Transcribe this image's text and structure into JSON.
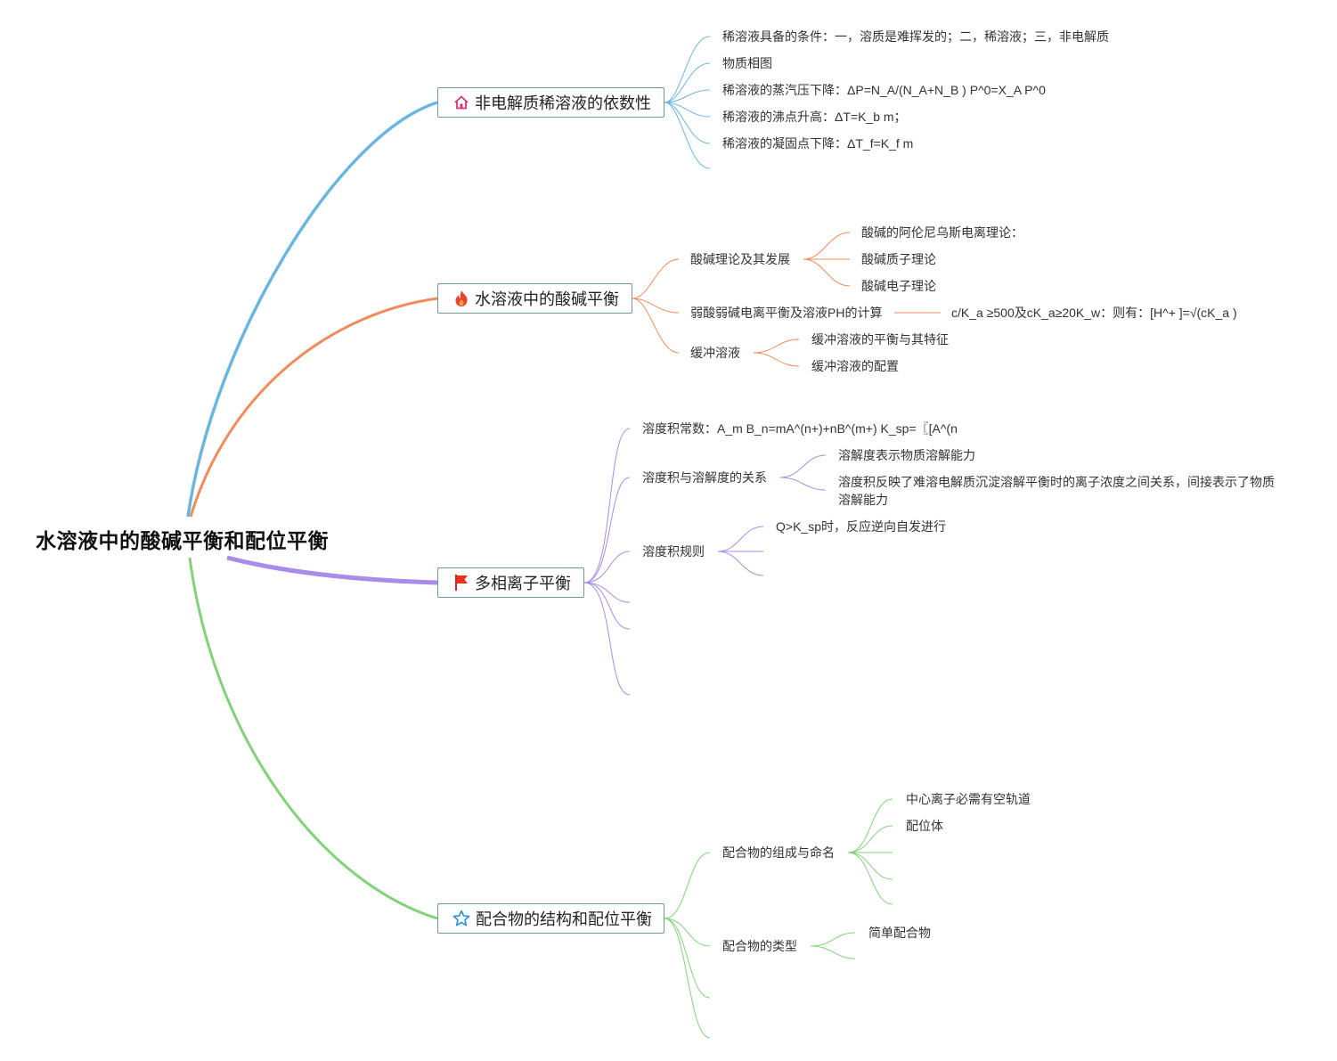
{
  "root": "水溶液中的酸碱平衡和配位平衡",
  "colors": {
    "branch1": "#6bb6e0",
    "branch2": "#ef8c5a",
    "branch3": "#a98ce8",
    "branch4": "#82d27a",
    "node_border": "#6f9a98"
  },
  "branches": [
    {
      "label": "非电解质稀溶液的依数性",
      "icon": "house-icon",
      "items": [
        "稀溶液具备的条件：一，溶质是难挥发的；二，稀溶液；三，非电解质",
        "物质相图",
        "稀溶液的蒸汽压下降：ΔP=N_A/(N_A+N_B ) P^0=X_A P^0",
        "稀溶液的沸点升高：ΔT=K_b m；",
        "稀溶液的凝固点下降：ΔT_f=K_f m"
      ]
    },
    {
      "label": "水溶液中的酸碱平衡",
      "icon": "fire-icon",
      "items": [
        {
          "label": "酸碱理论及其发展",
          "children": [
            "酸碱的阿伦尼乌斯电离理论：",
            "酸碱质子理论",
            "酸碱电子理论"
          ]
        },
        {
          "label": "弱酸弱碱电离平衡及溶液PH的计算",
          "children": [
            "c/K_a ≥500及cK_a≥20K_w：则有：[H^+ ]=√(cK_a )"
          ]
        },
        {
          "label": "缓冲溶液",
          "children": [
            "缓冲溶液的平衡与其特征",
            "缓冲溶液的配置"
          ]
        }
      ]
    },
    {
      "label": "多相离子平衡",
      "icon": "flag-icon",
      "items": [
        {
          "label": "溶度积常数：A_m B_n=mA^(n+)+nB^(m+) K_sp=〖[A^(n"
        },
        {
          "label": "溶度积与溶解度的关系",
          "children": [
            "溶解度表示物质溶解能力",
            "溶度积反映了难溶电解质沉淀溶解平衡时的离子浓度之间关系，间接表示了物质溶解能力"
          ]
        },
        {
          "label": "溶度积规则",
          "children": [
            "Q>K_sp时，反应逆向自发进行"
          ]
        }
      ]
    },
    {
      "label": "配合物的结构和配位平衡",
      "icon": "star-icon",
      "items": [
        {
          "label": "配合物的组成与命名",
          "children": [
            "中心离子必需有空轨道",
            "配位体"
          ]
        },
        {
          "label": "配合物的类型",
          "children": [
            "简单配合物"
          ]
        }
      ]
    }
  ]
}
